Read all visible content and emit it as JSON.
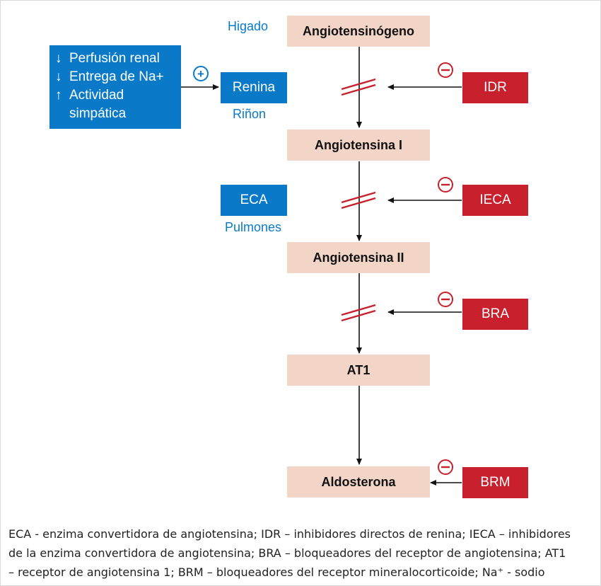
{
  "nodes": {
    "angiotensinogen": "Angiotensinógeno",
    "angiotensin_i": "Angiotensina I",
    "angiotensin_ii": "Angiotensina II",
    "at1": "AT1",
    "aldosterone": "Aldosterona"
  },
  "organs": {
    "liver": "Higado",
    "kidney": "Riñon",
    "lungs": "Pulmones"
  },
  "enzymes": {
    "renin": "Renina",
    "ace": "ECA"
  },
  "factors": [
    {
      "arrow": "↓",
      "text": "Perfusión renal"
    },
    {
      "arrow": "↓",
      "text": "Entrega de Na+"
    },
    {
      "arrow": "↑",
      "text": "Actividad"
    },
    {
      "arrow": "",
      "text": "simpática"
    }
  ],
  "inhibitors": {
    "idr": "IDR",
    "ieca": "IECA",
    "bra": "BRA",
    "brm": "BRM"
  },
  "symbols": {
    "plus": "+",
    "minus": "−"
  },
  "caption": {
    "line1": "ECA - enzima convertidora de angiotensina; IDR – inhibidores directos de renina; IECA – inhibidores",
    "line2": "de la enzima convertidora de angiotensina; BRA – bloqueadores del receptor de angiotensina; AT1",
    "line3": "– receptor de angiotensina 1; BRM – bloqueadores del receptor mineralocorticoide; Na⁺ - sodio"
  },
  "colors": {
    "node_fill": "#f3d5c7",
    "enzyme_blue": "#0a7ac8",
    "inhibitor_red": "#c8202c"
  }
}
